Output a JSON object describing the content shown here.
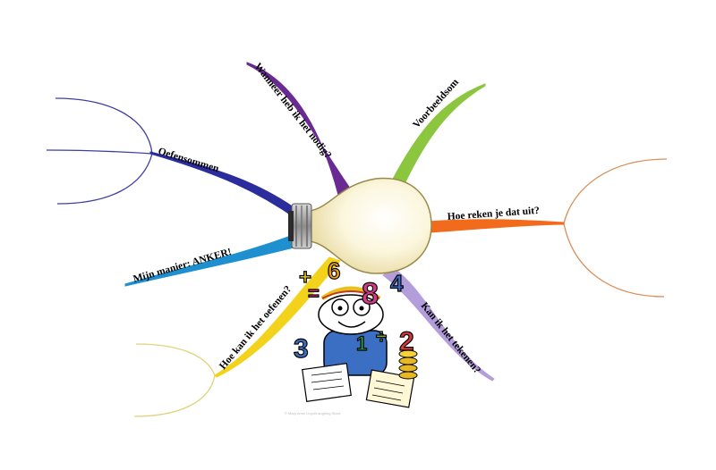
{
  "central": {
    "icon": "lightbulb-icon"
  },
  "clipart": {
    "icon": "math-kid-clipart-icon",
    "numbers": [
      "6",
      "8",
      "3",
      "2",
      "4",
      "1",
      "+",
      "÷",
      "="
    ],
    "credit": "© Mary Anne Lloyd/Laughing Stock"
  },
  "branches": [
    {
      "id": "oefensommen",
      "label": "Oefensommen",
      "color": "#2b2d9c",
      "sub_color": "#3d3f9e"
    },
    {
      "id": "wanneer",
      "label": "Wanneer heb ik het nodig?",
      "color": "#6a2a94"
    },
    {
      "id": "voorbeeldsom",
      "label": "Voorbeeldsom",
      "color": "#8cc63f"
    },
    {
      "id": "hoe-reken",
      "label": "Hoe reken je dat uit?",
      "color": "#f26b1d",
      "sub_color": "#d9905a"
    },
    {
      "id": "tekenen",
      "label": "Kan ik het tekenen?",
      "color": "#b39ddb"
    },
    {
      "id": "oefenen",
      "label": "Hoe kan ik het oefenen?",
      "color": "#f2d21b",
      "sub_color": "#e2d27a"
    },
    {
      "id": "anker",
      "label": "Mijn manier: ANKER!",
      "color": "#1e8fcf"
    }
  ]
}
